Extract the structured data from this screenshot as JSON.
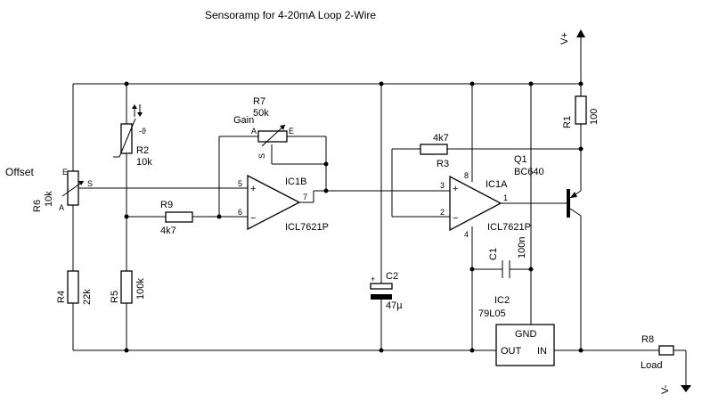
{
  "title": "Sensoramp for 4-20mA Loop 2-Wire",
  "supply": {
    "pos": "V+",
    "neg": "V-"
  },
  "components": {
    "r1": {
      "ref": "R1",
      "value": "100"
    },
    "r2": {
      "ref": "R2",
      "value": "10k",
      "temp_symbol": "-ϑ"
    },
    "r3": {
      "ref": "R3",
      "value": "4k7"
    },
    "r4": {
      "ref": "R4",
      "value": "22k"
    },
    "r5": {
      "ref": "R5",
      "value": "100k"
    },
    "r6": {
      "ref": "R6",
      "value": "10k",
      "function": "Offset",
      "pin_e": "E",
      "pin_a": "A",
      "pin_s": "S"
    },
    "r7": {
      "ref": "R7",
      "value": "50k",
      "function": "Gain",
      "pin_a": "A",
      "pin_e": "E",
      "pin_s": "S"
    },
    "r8": {
      "ref": "R8",
      "value": "Load"
    },
    "r9": {
      "ref": "R9",
      "value": "4k7"
    },
    "c1": {
      "ref": "C1",
      "value": "100n"
    },
    "c2": {
      "ref": "C2",
      "value": "47µ",
      "polarity": "+"
    },
    "ic1b": {
      "ref": "IC1B",
      "part": "ICL7621P",
      "pin_plus": "5",
      "pin_minus": "6",
      "pin_out": "7",
      "sym_plus": "+",
      "sym_minus": "−"
    },
    "ic1a": {
      "ref": "IC1A",
      "part": "ICL7621P",
      "pin_plus": "3",
      "pin_minus": "2",
      "pin_out": "1",
      "pin_vp": "8",
      "pin_vn": "4",
      "sym_plus": "+",
      "sym_minus": "−"
    },
    "ic2": {
      "ref": "IC2",
      "part": "79L05",
      "gnd": "GND",
      "out": "OUT",
      "in": "IN"
    },
    "q1": {
      "ref": "Q1",
      "part": "BC640"
    }
  }
}
